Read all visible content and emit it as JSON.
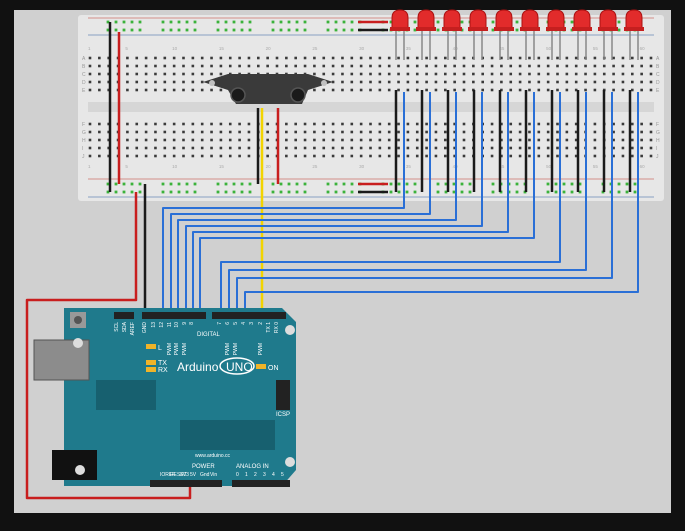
{
  "colors": {
    "frame": "#111111",
    "canvas": "#d0d0d0",
    "breadboard": "#e7e7e7",
    "breadboard_hole": "#3a3a3a",
    "rail_hole": "#3bb23b",
    "wire_blue": "#2a6fd6",
    "wire_black": "#1a1a1a",
    "wire_red": "#c81e1e",
    "wire_yellow": "#f2d400",
    "arduino": "#1f7a8c",
    "arduino_dark": "#17606f",
    "led_red": "#e22b2b"
  },
  "arduino": {
    "brand": "Arduino",
    "model": "UNO",
    "website": "www.arduino.cc",
    "on_label": "ON",
    "l_label": "L",
    "tx_label": "TX",
    "rx_label": "RX",
    "icsp_label": "ICSP",
    "digital_label": "DIGITAL",
    "pwm_label": "PWM",
    "power_label": "POWER",
    "analog_label": "ANALOG IN",
    "top_pin_labels": [
      "SCL",
      "SDA",
      "AREF",
      "GND",
      "13",
      "12",
      "11",
      "10",
      "9",
      "8",
      "7",
      "6",
      "5",
      "4",
      "3",
      "2",
      "TX 1",
      "RX 0"
    ],
    "power_pin_labels": [
      "IOREF",
      "RESET",
      "3V3",
      "5V",
      "Gnd",
      "Vin"
    ],
    "analog_pin_labels": [
      "0",
      "1",
      "2",
      "3",
      "4",
      "5"
    ]
  },
  "breadboard": {
    "column_numbers": [
      "1",
      "5",
      "10",
      "15",
      "20",
      "25",
      "30",
      "35",
      "40",
      "45",
      "50",
      "55",
      "60"
    ],
    "row_letters_top": [
      "A",
      "B",
      "C",
      "D",
      "E"
    ],
    "row_letters_bottom": [
      "F",
      "G",
      "H",
      "I",
      "J"
    ]
  },
  "components": {
    "led_count": 10,
    "sensor": "IR distance sensor"
  }
}
